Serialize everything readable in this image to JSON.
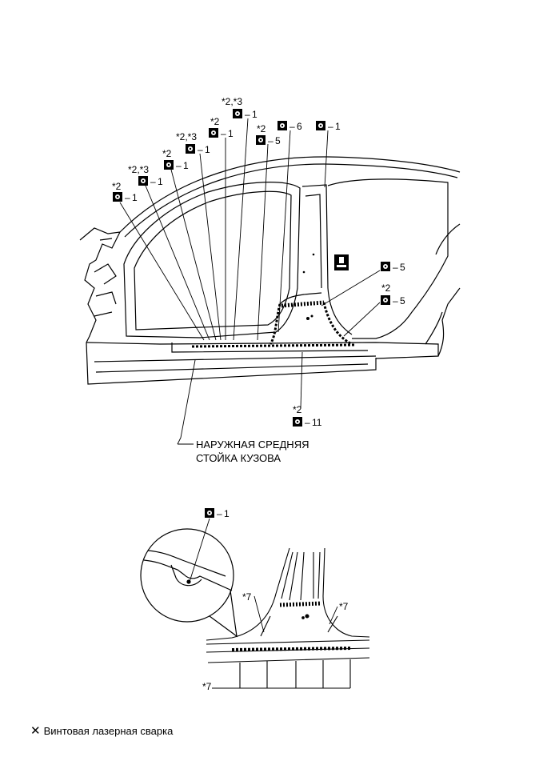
{
  "callouts": {
    "c1": {
      "note": "*2",
      "value": "1"
    },
    "c2": {
      "note": "*2,*3",
      "value": "1"
    },
    "c3": {
      "note": "*2",
      "value": "1"
    },
    "c4": {
      "note": "*2,*3",
      "value": "1"
    },
    "c5": {
      "note": "*2",
      "value": "1"
    },
    "c6": {
      "note": "*2,*3",
      "value": "1"
    },
    "c7": {
      "note": "*2",
      "value": "5"
    },
    "c8": {
      "note": "",
      "value": "6"
    },
    "c9": {
      "note": "",
      "value": "1"
    },
    "c10": {
      "note": "",
      "value": "5"
    },
    "c11": {
      "note": "*2",
      "value": "5"
    },
    "c12": {
      "note": "*2",
      "value": "11"
    },
    "detail": {
      "note": "",
      "value": "1"
    }
  },
  "part_label": {
    "line1": "НАРУЖНАЯ СРЕДНЯЯ",
    "line2": "СТОЙКА КУЗОВА"
  },
  "detail_notes": {
    "left": "*7",
    "right": "*7",
    "bottom": "*7"
  },
  "legend": {
    "symbol": "✕",
    "text": "Винтовая лазерная сварка"
  }
}
